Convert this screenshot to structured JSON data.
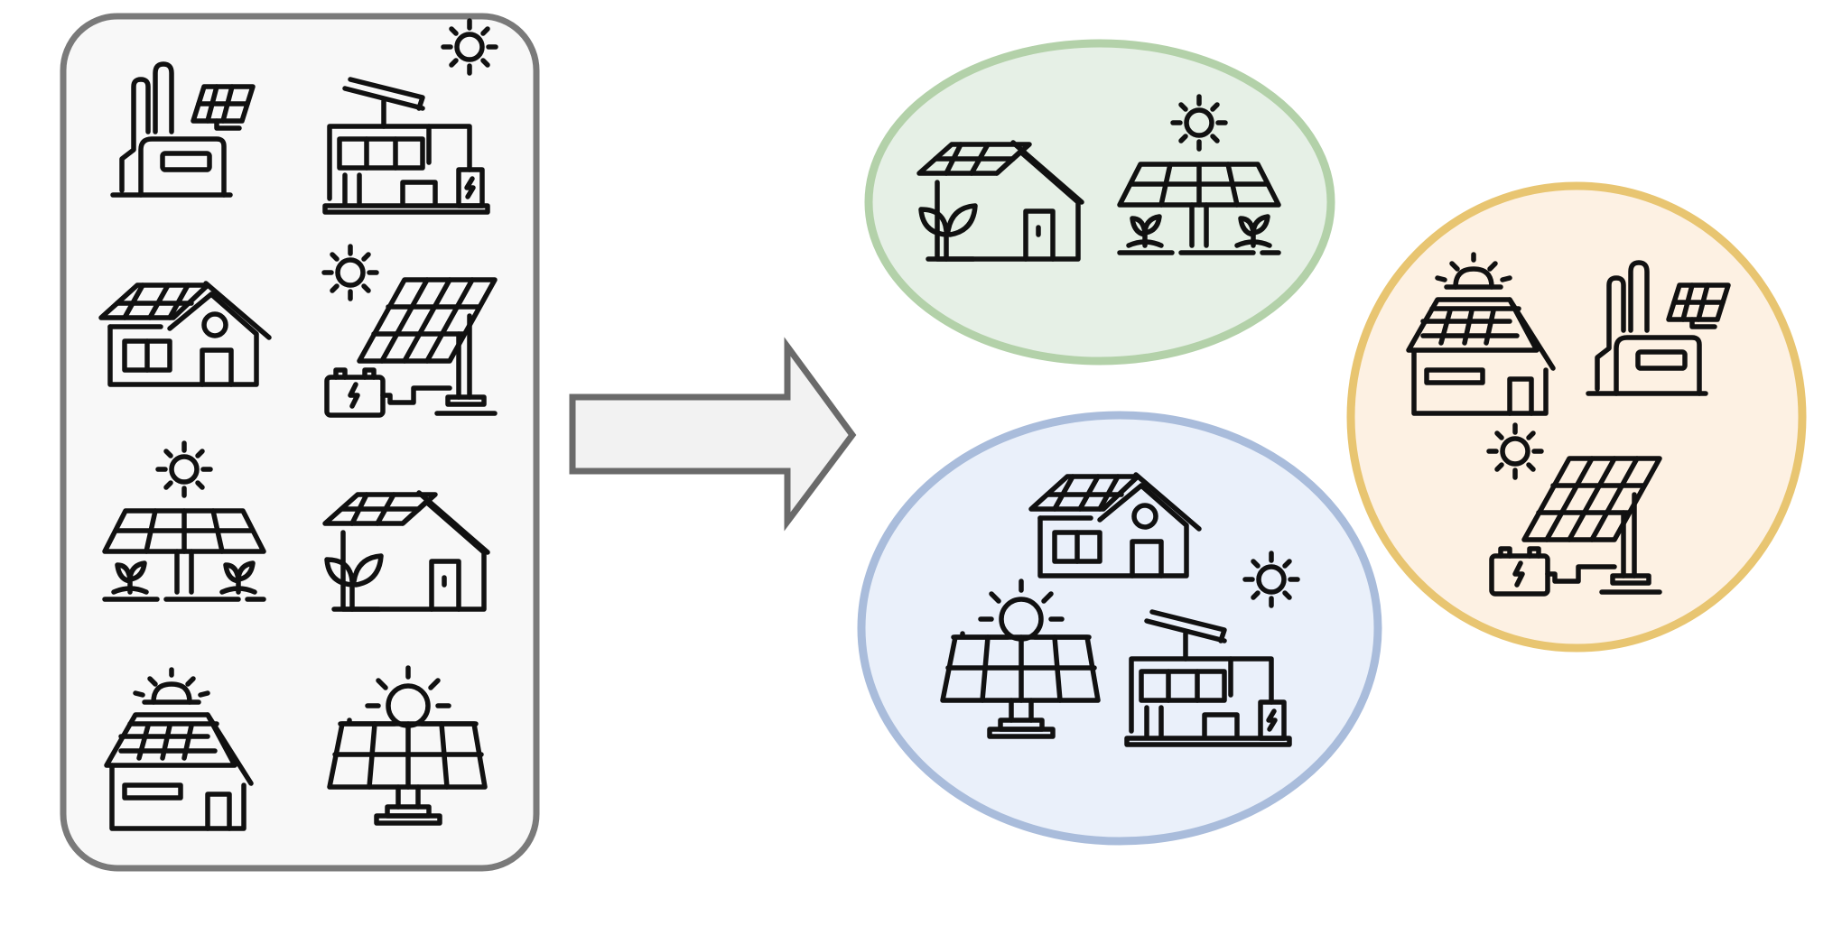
{
  "colors": {
    "source_box_fill": "#f8f8f8",
    "source_box_stroke": "#7a7a7a",
    "arrow_fill": "#f2f2f2",
    "arrow_stroke": "#6a6a6a",
    "icon_ink": "#111111",
    "cluster_green_fill": "#e6f0e6",
    "cluster_green_stroke": "#b3d1a9",
    "cluster_blue_fill": "#eaf0fa",
    "cluster_blue_stroke": "#a9bcdb",
    "cluster_orange_fill": "#fdf1e3",
    "cluster_orange_stroke": "#e8c571"
  },
  "source_box": {
    "items": [
      {
        "icon": "factory-with-solar-panel-icon"
      },
      {
        "icon": "modern-building-with-solar-panel-icon"
      },
      {
        "icon": "house-with-rooftop-solar-icon"
      },
      {
        "icon": "solar-panel-with-battery-icon"
      },
      {
        "icon": "agrivoltaic-solar-panel-icon"
      },
      {
        "icon": "eco-house-with-solar-icon"
      },
      {
        "icon": "small-house-with-solar-and-sun-icon"
      },
      {
        "icon": "ground-solar-panel-with-sun-icon"
      }
    ]
  },
  "arrow": {
    "icon": "right-arrow-icon"
  },
  "clusters": [
    {
      "color": "green",
      "items": [
        {
          "icon": "eco-house-with-solar-icon"
        },
        {
          "icon": "agrivoltaic-solar-panel-icon"
        }
      ]
    },
    {
      "color": "blue",
      "items": [
        {
          "icon": "house-with-rooftop-solar-icon"
        },
        {
          "icon": "ground-solar-panel-with-sun-icon"
        },
        {
          "icon": "modern-building-with-solar-panel-icon"
        }
      ]
    },
    {
      "color": "orange",
      "items": [
        {
          "icon": "small-house-with-solar-and-sun-icon"
        },
        {
          "icon": "factory-with-solar-panel-icon"
        },
        {
          "icon": "solar-panel-with-battery-icon"
        }
      ]
    }
  ]
}
